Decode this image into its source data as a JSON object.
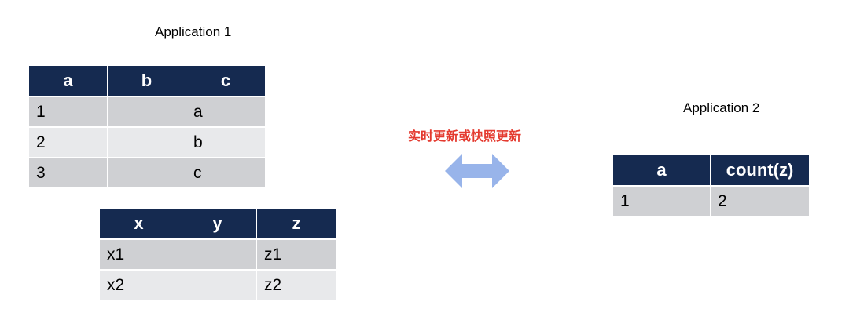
{
  "application1": {
    "title": "Application 1",
    "table_abc": {
      "headers": [
        "a",
        "b",
        "c"
      ],
      "rows": [
        [
          "1",
          "",
          "a"
        ],
        [
          "2",
          "",
          "b"
        ],
        [
          "3",
          "",
          "c"
        ]
      ]
    },
    "table_xyz": {
      "headers": [
        "x",
        "y",
        "z"
      ],
      "rows": [
        [
          "x1",
          "",
          "z1"
        ],
        [
          "x2",
          "",
          "z2"
        ]
      ]
    }
  },
  "sync": {
    "label": "实时更新或快照更新",
    "label_color": "#e43a2f",
    "arrow_color": "#98b4ea",
    "arrow_icon": "double-headed-arrow-icon"
  },
  "application2": {
    "title": "Application 2",
    "table_count": {
      "headers": [
        "a",
        "count(z)"
      ],
      "rows": [
        [
          "1",
          "2"
        ]
      ]
    }
  },
  "colors": {
    "header_bg": "#152a50",
    "row_odd": "#cfd0d3",
    "row_even": "#e8e9eb"
  }
}
